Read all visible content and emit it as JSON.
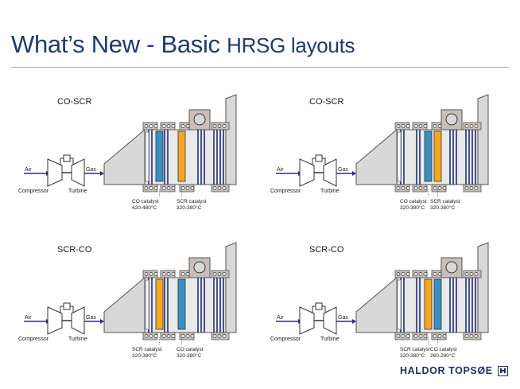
{
  "slide": {
    "title_main": "What’s New  - Basic",
    "title_tail": "HRSG layouts"
  },
  "colors": {
    "title": "#1f3b6e",
    "co_catalyst": "#3a8fc2",
    "scr_catalyst": "#f5a623",
    "duct_fill": "#d8d8d8",
    "tube_blue": "#1f2f7a"
  },
  "diagrams": [
    {
      "label": "CO-SCR",
      "order": [
        "co",
        "scr"
      ],
      "air": "Air",
      "gas": "Gas",
      "compressor": "Compressor",
      "turbine": "Turbine",
      "catalyst_labels": [
        {
          "line1": "CO catalyst",
          "line2": "420-480°C"
        },
        {
          "line1": "SCR catalyst",
          "line2": "320-380°C"
        }
      ]
    },
    {
      "label": "CO-SCR",
      "order": [
        "co",
        "scr"
      ],
      "air": "Air",
      "gas": "Gas",
      "compressor": "Compressor",
      "turbine": "Turbine",
      "catalyst_labels": [
        {
          "line1": "CO catalyst",
          "line2": "320-380°C"
        },
        {
          "line1": "SCR catalyst",
          "line2": "320-380°C"
        }
      ]
    },
    {
      "label": "SCR-CO",
      "order": [
        "scr",
        "co"
      ],
      "air": "Air",
      "gas": "Gas",
      "compressor": "Compressor",
      "turbine": "Turbine",
      "catalyst_labels": [
        {
          "line1": "SCR catalyst",
          "line2": "320-380°C"
        },
        {
          "line1": "CO catalyst",
          "line2": "320-380°C"
        }
      ]
    },
    {
      "label": "SCR-CO",
      "order": [
        "scr",
        "co"
      ],
      "air": "Air",
      "gas": "Gas",
      "compressor": "Compressor",
      "turbine": "Turbine",
      "catalyst_labels": [
        {
          "line1": "SCR catalyst",
          "line2": "320-380°C"
        },
        {
          "line1": "CO catalyst",
          "line2": "260-280°C"
        }
      ]
    }
  ],
  "logo": {
    "text": "HALDOR TOPSØE"
  }
}
